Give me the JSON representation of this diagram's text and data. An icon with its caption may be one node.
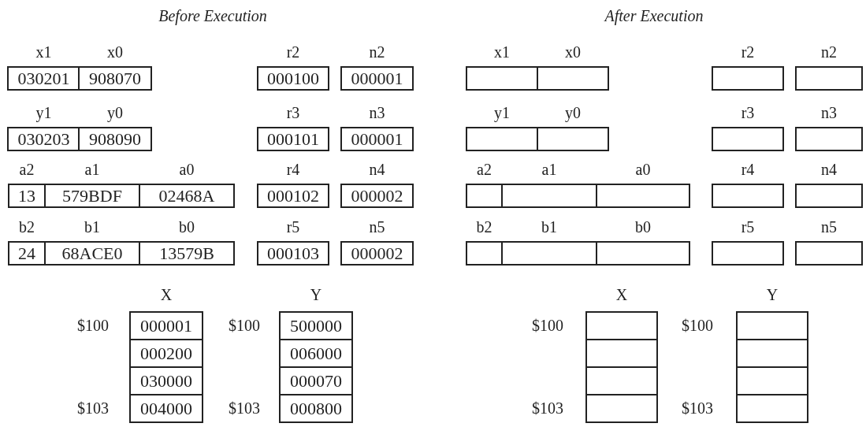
{
  "diagram": {
    "nodes": [
      {
        "text": [
          "x1",
          "030201"
        ]
      },
      {
        "text": [
          "x0",
          "908070"
        ]
      },
      {
        "text": [
          "r2",
          "000100"
        ]
      },
      {
        "text": [
          "n2",
          "000001"
        ]
      },
      {
        "text": [
          "y1",
          "030203"
        ]
      },
      {
        "text": [
          "y0",
          "908090"
        ]
      },
      {
        "text": [
          "r3",
          "000101"
        ]
      },
      {
        "text": [
          "n3",
          "000001"
        ]
      },
      {
        "text": [
          "a2",
          "13"
        ]
      },
      {
        "text": [
          "a1",
          "579BDF"
        ]
      },
      {
        "text": [
          "a0",
          "02468A"
        ]
      },
      {
        "text": [
          "r4",
          "000102"
        ]
      },
      {
        "text": [
          "n4",
          "000002"
        ]
      },
      {
        "text": [
          "b2",
          "24"
        ]
      },
      {
        "text": [
          "b1",
          "68ACE0"
        ]
      },
      {
        "text": [
          "b0",
          "13579B"
        ]
      },
      {
        "text": [
          "r5",
          "000103"
        ]
      },
      {
        "text": [
          "n5",
          "000002"
        ]
      },
      {
        "text": [
          "000001"
        ]
      },
      {
        "text": [
          "000200"
        ]
      },
      {
        "text": [
          "030000"
        ]
      },
      {
        "text": [
          "004000"
        ]
      },
      {
        "text": [
          "500000"
        ]
      },
      {
        "text": [
          "006000"
        ]
      },
      {
        "text": [
          "000070"
        ]
      },
      {
        "text": [
          "000800"
        ]
      },
      {
        "text": [
          "x1"
        ]
      },
      {
        "text": [
          "x0"
        ]
      },
      {
        "text": [
          "r2"
        ]
      },
      {
        "text": [
          "n2"
        ]
      },
      {
        "text": [
          "y1"
        ]
      },
      {
        "text": [
          "y0"
        ]
      },
      {
        "text": [
          "r3"
        ]
      },
      {
        "text": [
          "n3"
        ]
      },
      {
        "text": [
          "a2"
        ]
      },
      {
        "text": [
          "a1"
        ]
      },
      {
        "text": [
          "a0"
        ]
      },
      {
        "text": [
          "r4"
        ]
      },
      {
        "text": [
          "n4"
        ]
      },
      {
        "text": [
          "b2"
        ]
      },
      {
        "text": [
          "b1"
        ]
      },
      {
        "text": [
          "b0"
        ]
      },
      {
        "text": [
          "r5"
        ]
      },
      {
        "text": [
          "n5"
        ]
      },
      {
        "text": [],
        "shape": "box"
      },
      {
        "text": [],
        "shape": "box"
      },
      {
        "text": [],
        "shape": "box"
      },
      {
        "text": [],
        "shape": "box"
      },
      {
        "text": [],
        "shape": "box"
      },
      {
        "text": [],
        "shape": "box"
      },
      {
        "text": [],
        "shape": "box"
      },
      {
        "text": [],
        "shape": "box"
      }
    ],
    "labels": [
      "Before Execution",
      "After Execution",
      "X",
      "Y",
      "X",
      "Y",
      "$100",
      "$100",
      "$100",
      "$100",
      "$103",
      "$103",
      "$103",
      "$103"
    ]
  }
}
